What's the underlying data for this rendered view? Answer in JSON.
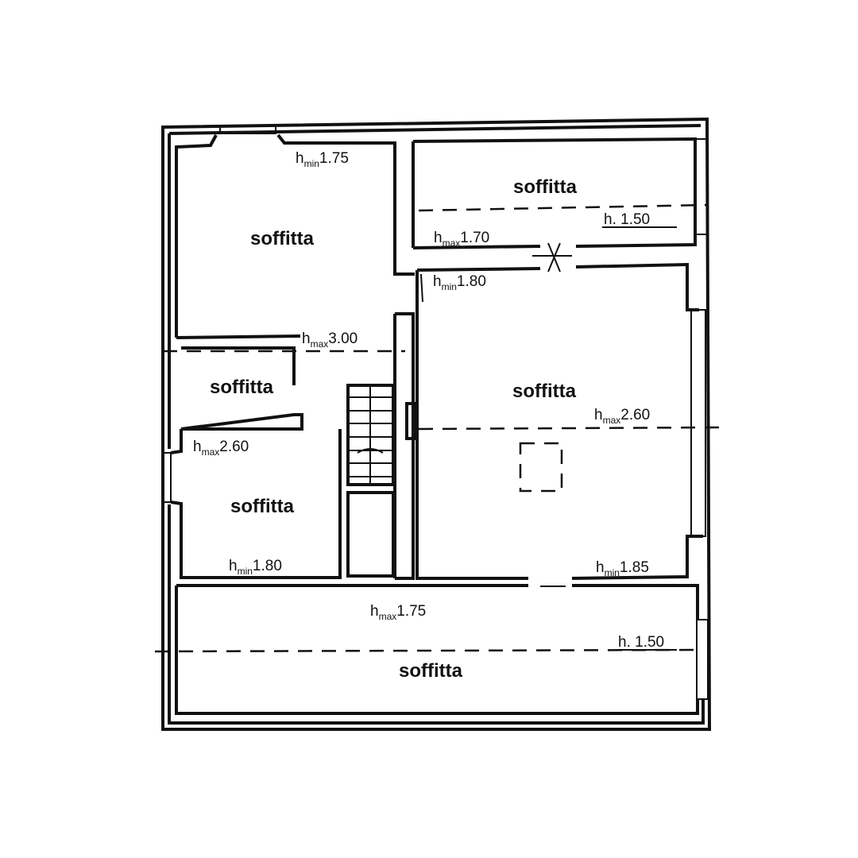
{
  "rooms": [
    {
      "label": "soffitta"
    },
    {
      "label": "soffitta"
    },
    {
      "label": "soffitta"
    },
    {
      "label": "soffitta"
    },
    {
      "label": "soffitta"
    },
    {
      "label": "soffitta"
    }
  ],
  "heights": [
    {
      "prefix": "h",
      "sub": "min",
      "value": "1.75"
    },
    {
      "prefix": "h",
      "sub": "max",
      "value": "1.70"
    },
    {
      "prefix": "h.",
      "sub": "",
      "value": "1.50"
    },
    {
      "prefix": "h",
      "sub": "min",
      "value": "1.80"
    },
    {
      "prefix": "h",
      "sub": "max",
      "value": "3.00"
    },
    {
      "prefix": "h",
      "sub": "max",
      "value": "2.60"
    },
    {
      "prefix": "h",
      "sub": "max",
      "value": "2.60"
    },
    {
      "prefix": "h",
      "sub": "min",
      "value": "1.80"
    },
    {
      "prefix": "h",
      "sub": "min",
      "value": "1.85"
    },
    {
      "prefix": "h",
      "sub": "max",
      "value": "1.75"
    },
    {
      "prefix": "h.",
      "sub": "",
      "value": "1.50"
    }
  ],
  "colors": {
    "ink": "#111111",
    "background": "#ffffff"
  }
}
